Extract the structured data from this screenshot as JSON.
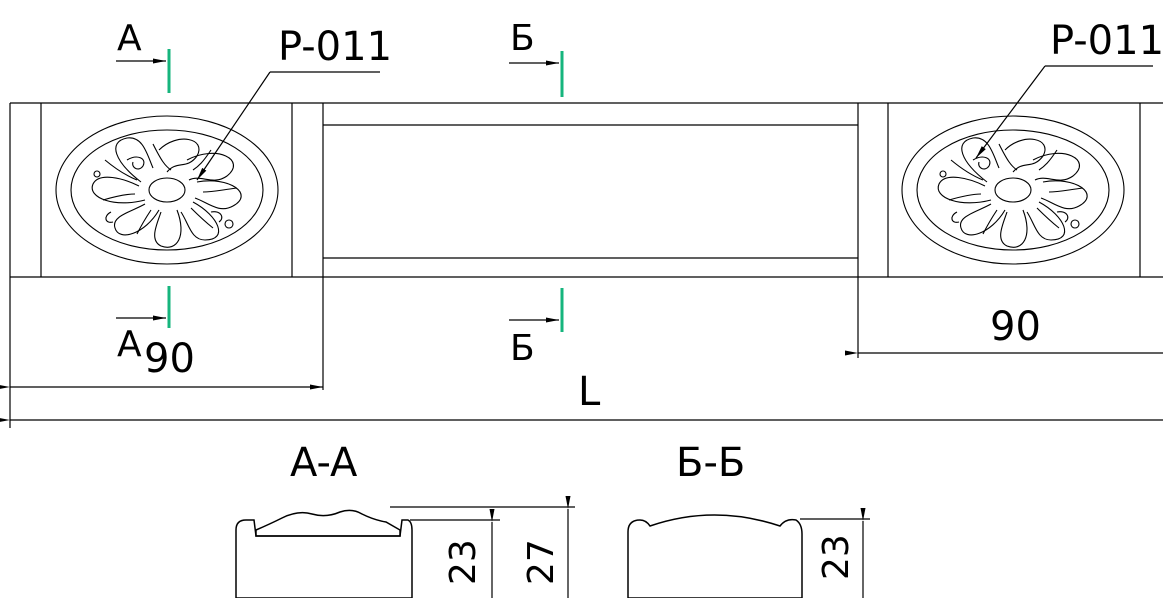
{
  "callouts": {
    "ornament_left": "P-011",
    "ornament_right": "P-011"
  },
  "cut_marks": {
    "a_top": "A",
    "a_bottom": "A",
    "b_top": "Б",
    "b_bottom": "Б"
  },
  "dimensions": {
    "left_width": "90",
    "right_width": "90",
    "total_length": "L"
  },
  "sections": {
    "aa": {
      "title": "A-A",
      "dim_inner": "23",
      "dim_outer": "27"
    },
    "bb": {
      "title": "Б-Б",
      "dim": "23"
    }
  },
  "colors": {
    "cut_line": "#16b57d",
    "lines": "#000000"
  }
}
